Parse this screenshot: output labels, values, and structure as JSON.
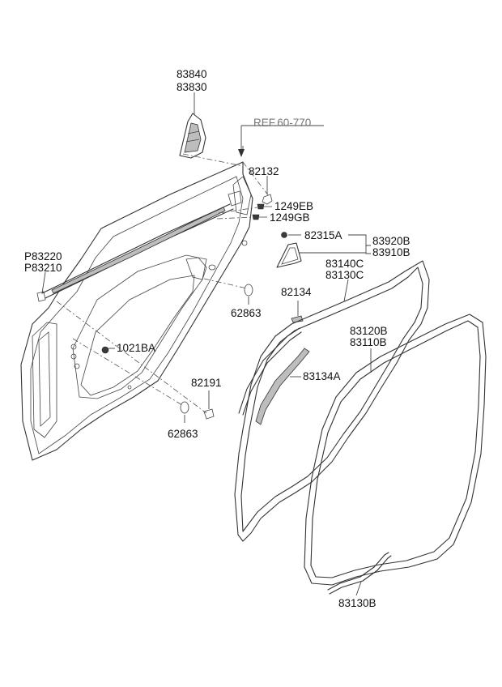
{
  "diagram": {
    "reference_label": "REF.60-770",
    "labels": {
      "p83840": "83840",
      "p83830": "83830",
      "p82132": "82132",
      "p1249EB": "1249EB",
      "p1249GB": "1249GB",
      "pP83220": "P83220",
      "pP83210": "P83210",
      "p82315A": "82315A",
      "p83920B": "83920B",
      "p83910B": "83910B",
      "p83140C": "83140C",
      "p83130C": "83130C",
      "p82134": "82134",
      "p62863a": "62863",
      "p1021BA": "1021BA",
      "p83120B": "83120B",
      "p83110B": "83110B",
      "p83134A": "83134A",
      "p82191": "82191",
      "p62863b": "62863",
      "p83130B": "83130B"
    }
  }
}
